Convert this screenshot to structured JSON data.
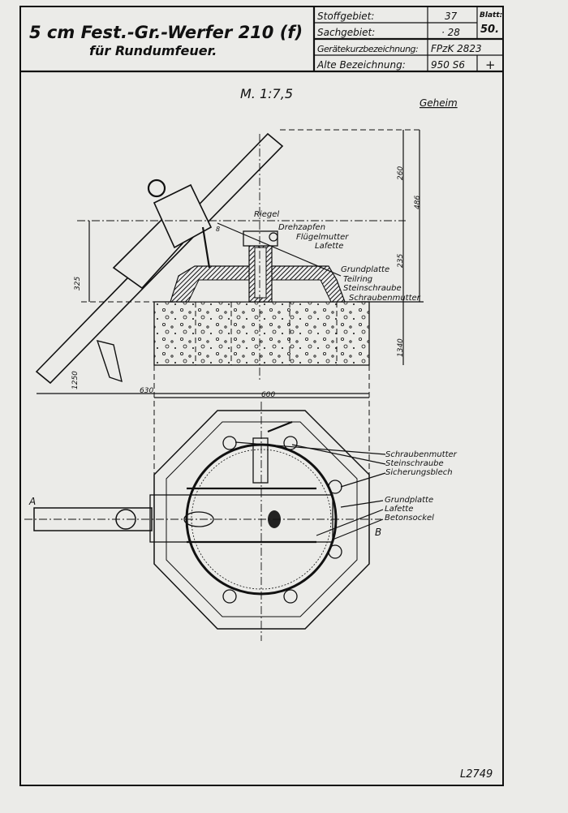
{
  "title_block": {
    "title_line1": "5 cm Fest.-Gr.-Werfer 210 (f)",
    "title_line2": "für Rundumfeuer.",
    "rows": [
      {
        "label": "Stoffgebiet:",
        "value": "37"
      },
      {
        "label": "Sachgebiet:",
        "value": "· 28"
      },
      {
        "label": "Gerätekurzbezeichnung:",
        "value": "FPzK 2823"
      },
      {
        "label": "Alte Bezeichnung:",
        "value": "950 S6",
        "extra": "+"
      }
    ],
    "sheet_label": "Blatt:",
    "sheet_number": "50."
  },
  "drawing": {
    "scale": "M. 1:7,5",
    "classification": "Geheim",
    "side_view_labels": [
      "Riegel",
      "Drehzapfen",
      "Flügelmutter",
      "Lafette",
      "Grundplatte",
      "Teilring",
      "Steinschraube",
      "Schraubenmutter"
    ],
    "top_view_labels": [
      "Schraubenmutter",
      "Steinschraube",
      "Sicherungsblech",
      "Grundplatte",
      "Lafette",
      "Betonsockel"
    ],
    "dimensions": {
      "d260": "260",
      "d486": "486",
      "d235": "235",
      "d325": "325",
      "d1250": "1250",
      "d630": "630",
      "d600": "600",
      "d1340": "1340"
    },
    "marker_a": "A",
    "marker_b": "B",
    "marker_8": "8",
    "drawing_number": "L2749"
  }
}
